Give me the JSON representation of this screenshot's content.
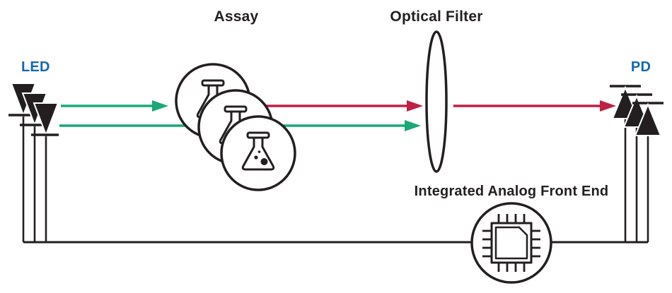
{
  "labels": {
    "led": "LED",
    "assay": "Assay",
    "optical_filter": "Optical Filter",
    "pd": "PD",
    "afe": "Integrated Analog Front End"
  },
  "colors": {
    "label_blue": "#1268b3",
    "label_dark": "#231f20",
    "line_black": "#231f20",
    "beam_green": "#1aa876",
    "beam_red": "#be2046",
    "background": "#ffffff"
  },
  "icons": {
    "led": "led-diode-icon",
    "assay": "flask-icon",
    "optical_filter": "lens-icon",
    "pd": "photodiode-icon",
    "afe": "chip-icon"
  }
}
